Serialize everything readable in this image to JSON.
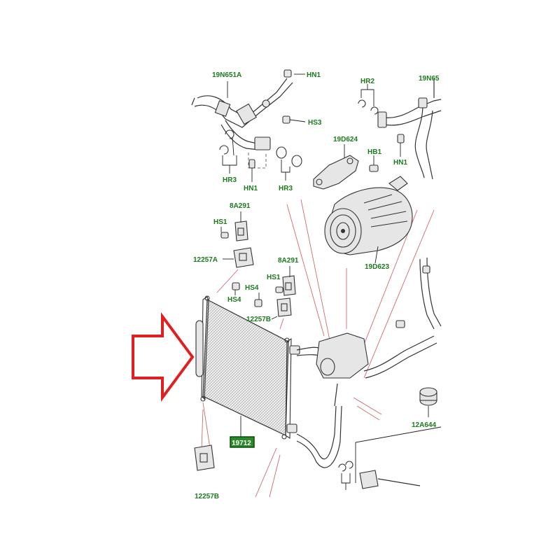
{
  "labels": {
    "hose_top_left": "19N651A",
    "hn1_top": "HN1",
    "hs3": "HS3",
    "hr3_left": "HR3",
    "hn1_mid": "HN1",
    "hr3_right": "HR3",
    "hr2": "HR2",
    "hose_top_right": "19N65",
    "bracket_19d624": "19D624",
    "hb1": "HB1",
    "hn1_right": "HN1",
    "compressor": "19D623",
    "bracket_8a291_top": "8A291",
    "hs1_top": "HS1",
    "iso_12257a": "12257A",
    "bracket_8a291_mid": "8A291",
    "hs1_mid": "HS1",
    "hs4_left": "HS4",
    "hs4_right": "HS4",
    "iso_12257b": "12257B",
    "condenser": "19712",
    "pressure_switch": "12A644",
    "bottom_cut": "12257B"
  },
  "colors": {
    "label_green": "#1b7a1b",
    "highlight_box": "#2a8a2a",
    "arrow_red": "#e02020",
    "leader_red": "#d06a6a"
  },
  "icons": {
    "callout_arrow": "arrow-right-outline-icon"
  }
}
